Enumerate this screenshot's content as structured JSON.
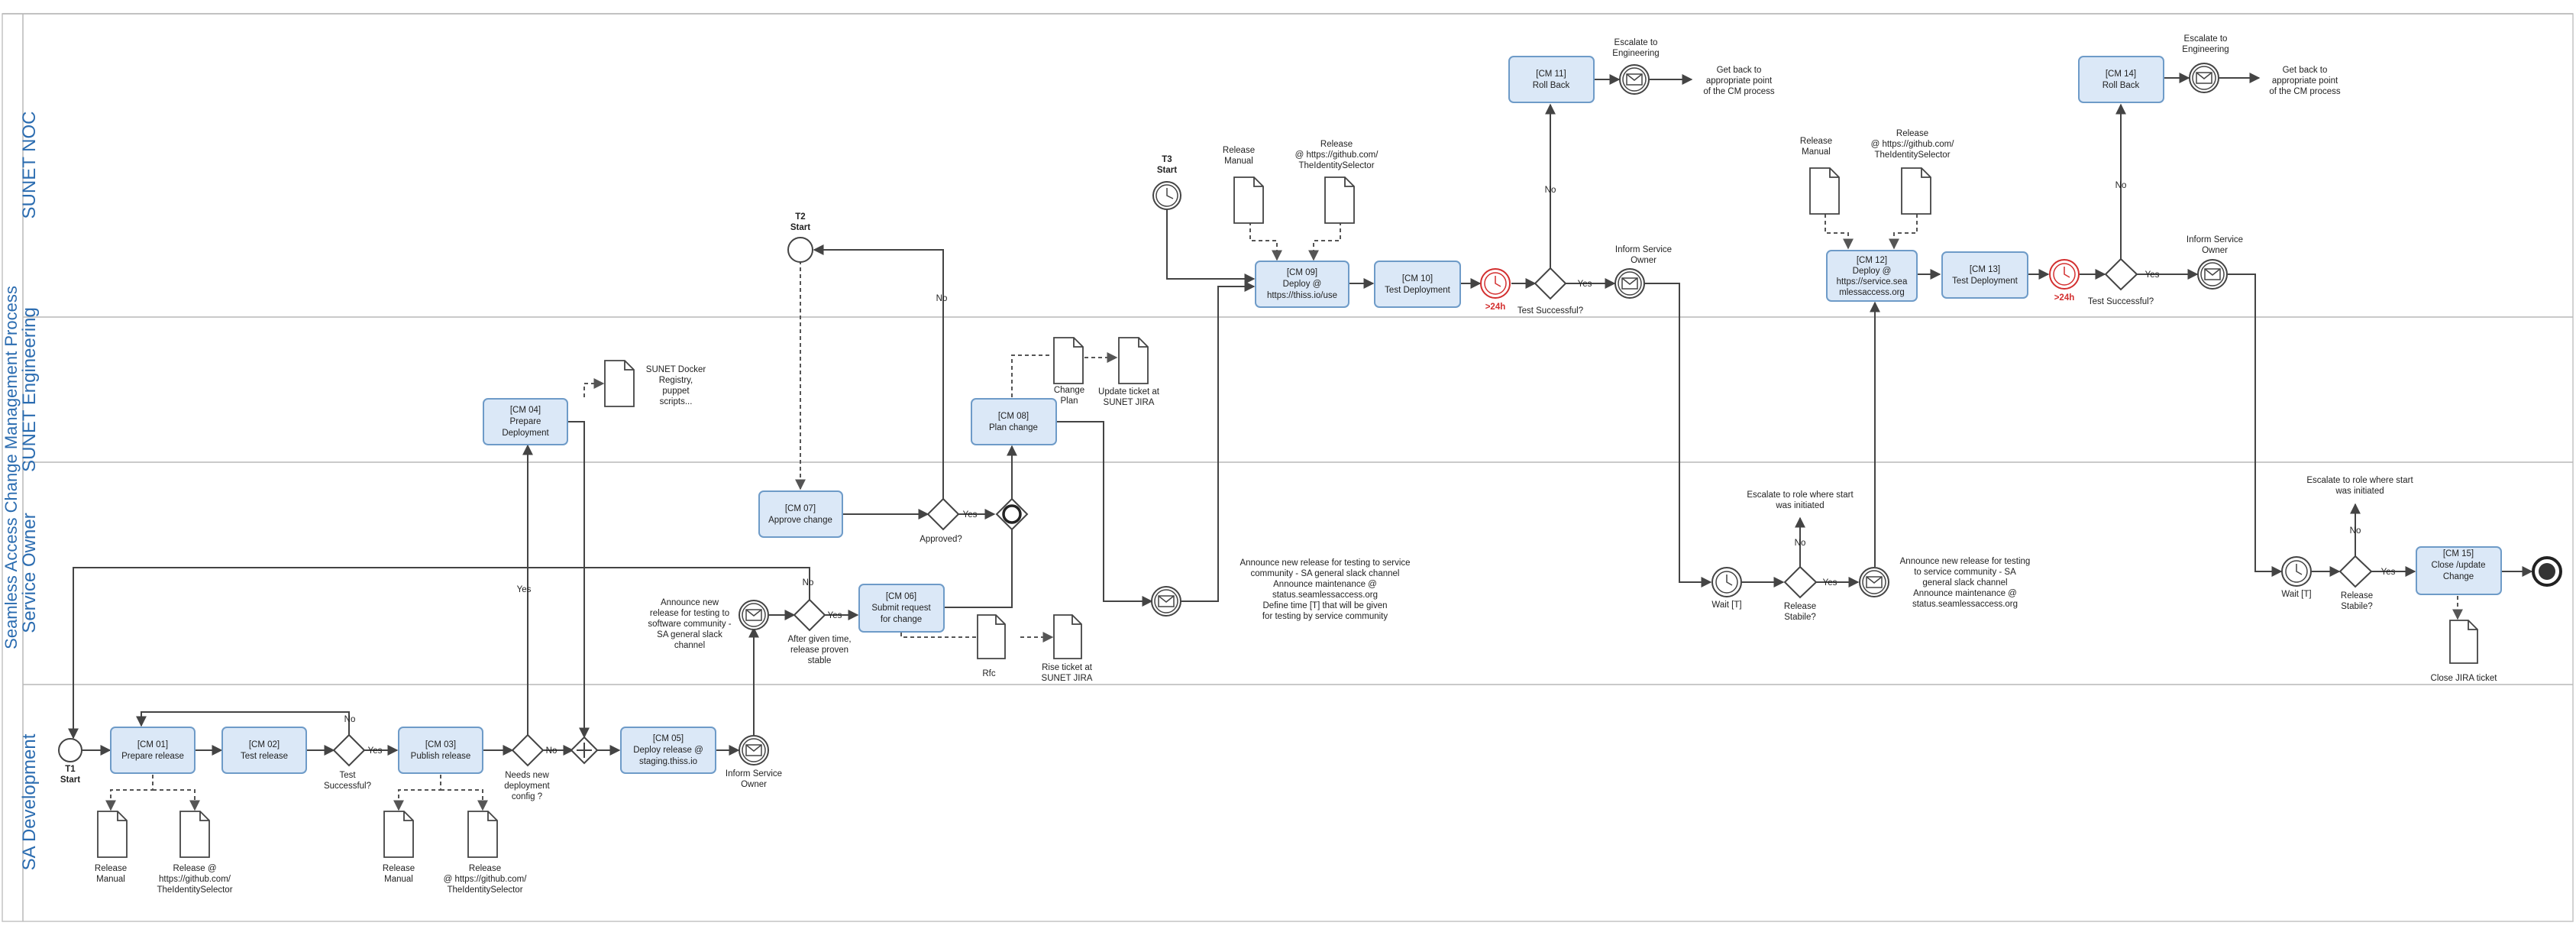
{
  "pool": {
    "title": "Seamless Access Change Management Process"
  },
  "lanes": [
    "SUNET NOC",
    "SUNET Engineering",
    "Service Owner",
    "SA Development"
  ],
  "tasks": {
    "cm01": [
      "[CM 01]",
      "Prepare release"
    ],
    "cm02": [
      "[CM 02]",
      "Test release"
    ],
    "cm03": [
      "[CM 03]",
      "Publish release"
    ],
    "cm04": [
      "[CM 04]",
      "Prepare",
      "Deployment"
    ],
    "cm05": [
      "[CM 05]",
      "Deploy release @",
      "staging.thiss.io"
    ],
    "cm06": [
      "[CM 06]",
      "Submit request",
      "for change"
    ],
    "cm07": [
      "[CM 07]",
      "Approve change"
    ],
    "cm08": [
      "[CM 08]",
      "Plan change"
    ],
    "cm09": [
      "[CM 09]",
      "Deploy @",
      "https://thiss.io/use"
    ],
    "cm10": [
      "[CM 10]",
      "Test Deployment"
    ],
    "cm11": [
      "[CM 11]",
      "Roll Back"
    ],
    "cm12": [
      "[CM 12]",
      "Deploy @",
      "https://service.sea",
      "mlessaccess.org"
    ],
    "cm13": [
      "[CM 13]",
      "Test Deployment"
    ],
    "cm14": [
      "[CM 14]",
      "Roll Back"
    ],
    "cm15": [
      "[CM 15]",
      "Close /update",
      "Change"
    ]
  },
  "events": {
    "t1": [
      "T1",
      "Start"
    ],
    "t2": [
      "T2",
      "Start"
    ],
    "t3": [
      "T3",
      "Start"
    ],
    "timer24": ">24h"
  },
  "labels": {
    "yes": "Yes",
    "no": "No",
    "test_successful": [
      "Test",
      "Successful?"
    ],
    "needs_new_config": [
      "Needs new",
      "deployment",
      "config ?"
    ],
    "approved": "Approved?",
    "after_given_time": [
      "After given time,",
      "release proven",
      "stable"
    ],
    "announce_release_sa": [
      "Announce new",
      "release for testing to",
      "software community -",
      "SA general slack",
      "channel"
    ],
    "inform_service_owner": [
      "Inform Service",
      "Owner"
    ],
    "test_successful_inline": "Test Successful?",
    "escalate_engineering": [
      "Escalate to",
      "Engineering"
    ],
    "get_back": [
      "Get back to",
      "appropriate point",
      "of the CM process"
    ],
    "escalate_role": [
      "Escalate to role where start",
      "was initiated"
    ],
    "wait_t": "Wait [T]",
    "release_stable": [
      "Release",
      "Stabile?"
    ],
    "announce_service": [
      "Announce new release for testing to service",
      "community - SA general slack channel",
      "Announce maintenance @",
      "status.seamlessaccess.org",
      "Define time [T] that will be given",
      "for testing by service community"
    ],
    "announce_service2": [
      "Announce new release for testing",
      "to service community - SA",
      "general slack channel",
      "Announce maintenance @",
      "status.seamlessaccess.org"
    ]
  },
  "documents": {
    "release_manual": [
      "Release",
      "Manual"
    ],
    "release_github": [
      "Release @",
      "https://github.com/",
      "TheIdentitySelector"
    ],
    "release_github_b": [
      "Release",
      "@ https://github.com/",
      "TheIdentitySelector"
    ],
    "docker": [
      "SUNET Docker",
      "Registry,",
      "puppet",
      "scripts..."
    ],
    "change_plan": [
      "Change",
      "Plan"
    ],
    "update_ticket": [
      "Update ticket at",
      "SUNET JIRA"
    ],
    "rfc": "Rfc",
    "rise_ticket": [
      "Rise ticket at",
      "SUNET JIRA"
    ],
    "close_jira": "Close JIRA ticket"
  }
}
